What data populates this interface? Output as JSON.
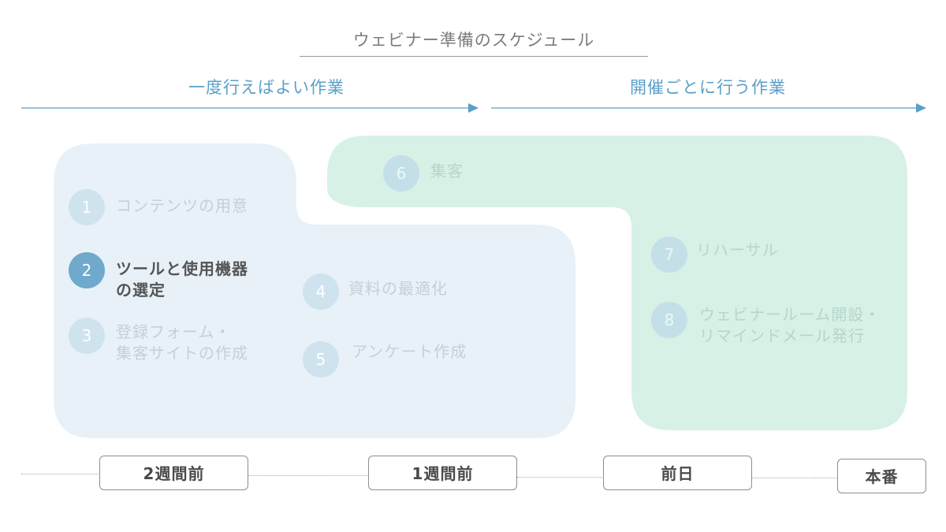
{
  "title": "ウェビナー準備のスケジュール",
  "phases": {
    "once": "一度行えばよい作業",
    "each": "開催ごとに行う作業"
  },
  "steps": [
    {
      "num": "1",
      "label_lines": [
        "コンテンツの用意"
      ]
    },
    {
      "num": "2",
      "label_lines": [
        "ツールと使用機器",
        "の選定"
      ]
    },
    {
      "num": "3",
      "label_lines": [
        "登録フォーム・",
        "集客サイトの作成"
      ]
    },
    {
      "num": "4",
      "label_lines": [
        "資料の最適化"
      ]
    },
    {
      "num": "5",
      "label_lines": [
        "アンケート作成"
      ]
    },
    {
      "num": "6",
      "label_lines": [
        "集客"
      ]
    },
    {
      "num": "7",
      "label_lines": [
        "リハーサル"
      ]
    },
    {
      "num": "8",
      "label_lines": [
        "ウェビナールーム開設・",
        "リマインドメール発行"
      ]
    }
  ],
  "timeline": [
    "2週間前",
    "1週間前",
    "前日",
    "本番"
  ],
  "colors": {
    "blue_area": "#e8f1f8",
    "green_area": "#d7f1e6",
    "arrow": "#5aa0c9",
    "active_circle": "#6fa9cc"
  }
}
